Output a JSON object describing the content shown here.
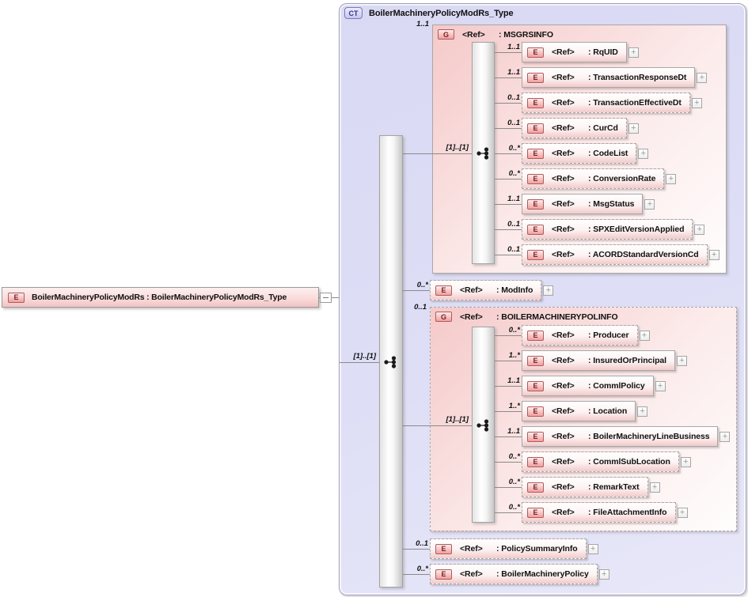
{
  "labels": {
    "ref": "<Ref>",
    "expand_glyph": "+"
  },
  "root_element": {
    "icon": "E",
    "label": "BoilerMachineryPolicyModRs : BoilerMachineryPolicyModRs_Type"
  },
  "complex_type": {
    "icon": "CT",
    "title": "BoilerMachineryPolicyModRs_Type",
    "sequence_label": "[1]..[1]"
  },
  "colors": {
    "container_lavender": "#dcdcf6",
    "node_pink": "#f2caca",
    "group_pink": "#f5c9c9",
    "badge_red_text": "#7d1d1d",
    "badge_navy_text": "#34348a",
    "line_gray": "#8a8a8a",
    "border_gray": "#a8a8a8"
  },
  "tree": [
    {
      "kind": "group",
      "icon": "G",
      "ref_label": "<Ref>",
      "type_label": ": MSGRSINFO",
      "cardinality": "1..1",
      "presence": "required",
      "sequence_label": "[1]..[1]",
      "children": [
        {
          "kind": "element",
          "icon": "E",
          "ref_label": "<Ref>",
          "type_label": ": RqUID",
          "cardinality": "1..1",
          "presence": "required"
        },
        {
          "kind": "element",
          "icon": "E",
          "ref_label": "<Ref>",
          "type_label": ": TransactionResponseDt",
          "cardinality": "1..1",
          "presence": "required"
        },
        {
          "kind": "element",
          "icon": "E",
          "ref_label": "<Ref>",
          "type_label": ": TransactionEffectiveDt",
          "cardinality": "0..1",
          "presence": "optional"
        },
        {
          "kind": "element",
          "icon": "E",
          "ref_label": "<Ref>",
          "type_label": ": CurCd",
          "cardinality": "0..1",
          "presence": "optional"
        },
        {
          "kind": "element",
          "icon": "E",
          "ref_label": "<Ref>",
          "type_label": ": CodeList",
          "cardinality": "0..*",
          "presence": "optional"
        },
        {
          "kind": "element",
          "icon": "E",
          "ref_label": "<Ref>",
          "type_label": ": ConversionRate",
          "cardinality": "0..*",
          "presence": "optional"
        },
        {
          "kind": "element",
          "icon": "E",
          "ref_label": "<Ref>",
          "type_label": ": MsgStatus",
          "cardinality": "1..1",
          "presence": "required"
        },
        {
          "kind": "element",
          "icon": "E",
          "ref_label": "<Ref>",
          "type_label": ": SPXEditVersionApplied",
          "cardinality": "0..1",
          "presence": "optional"
        },
        {
          "kind": "element",
          "icon": "E",
          "ref_label": "<Ref>",
          "type_label": ": ACORDStandardVersionCd",
          "cardinality": "0..1",
          "presence": "optional"
        }
      ]
    },
    {
      "kind": "element",
      "icon": "E",
      "ref_label": "<Ref>",
      "type_label": ": ModInfo",
      "cardinality": "0..*",
      "presence": "optional"
    },
    {
      "kind": "group",
      "icon": "G",
      "ref_label": "<Ref>",
      "type_label": ": BOILERMACHINERYPOLINFO",
      "cardinality": "0..1",
      "presence": "optional",
      "sequence_label": "[1]..[1]",
      "children": [
        {
          "kind": "element",
          "icon": "E",
          "ref_label": "<Ref>",
          "type_label": ": Producer",
          "cardinality": "0..*",
          "presence": "optional"
        },
        {
          "kind": "element",
          "icon": "E",
          "ref_label": "<Ref>",
          "type_label": ": InsuredOrPrincipal",
          "cardinality": "1..*",
          "presence": "required"
        },
        {
          "kind": "element",
          "icon": "E",
          "ref_label": "<Ref>",
          "type_label": ": CommlPolicy",
          "cardinality": "1..1",
          "presence": "required"
        },
        {
          "kind": "element",
          "icon": "E",
          "ref_label": "<Ref>",
          "type_label": ": Location",
          "cardinality": "1..*",
          "presence": "required"
        },
        {
          "kind": "element",
          "icon": "E",
          "ref_label": "<Ref>",
          "type_label": ": BoilerMachineryLineBusiness",
          "cardinality": "1..1",
          "presence": "required"
        },
        {
          "kind": "element",
          "icon": "E",
          "ref_label": "<Ref>",
          "type_label": ": CommlSubLocation",
          "cardinality": "0..*",
          "presence": "optional"
        },
        {
          "kind": "element",
          "icon": "E",
          "ref_label": "<Ref>",
          "type_label": ": RemarkText",
          "cardinality": "0..*",
          "presence": "optional"
        },
        {
          "kind": "element",
          "icon": "E",
          "ref_label": "<Ref>",
          "type_label": ": FileAttachmentInfo",
          "cardinality": "0..*",
          "presence": "optional"
        }
      ]
    },
    {
      "kind": "element",
      "icon": "E",
      "ref_label": "<Ref>",
      "type_label": ": PolicySummaryInfo",
      "cardinality": "0..1",
      "presence": "optional"
    },
    {
      "kind": "element",
      "icon": "E",
      "ref_label": "<Ref>",
      "type_label": ": BoilerMachineryPolicy",
      "cardinality": "0..*",
      "presence": "optional"
    }
  ]
}
